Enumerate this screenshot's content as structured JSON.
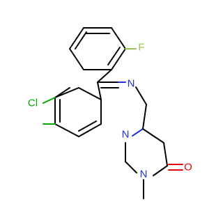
{
  "diagram": {
    "type": "structural-formula",
    "atom_labels": {
      "chlorine": "Cl",
      "fluorine": "F",
      "imine_nitrogen": "N",
      "ring_nitrogen": "N",
      "amide_nitrogen": "N",
      "carbonyl_oxygen": "O"
    },
    "colors": {
      "bond": "#000000",
      "chlorine": "#00aa00",
      "fluorine": "#8fc84a",
      "nitrogen": "#2233dd",
      "oxygen": "#e8000b",
      "background": "#ffffff"
    }
  }
}
